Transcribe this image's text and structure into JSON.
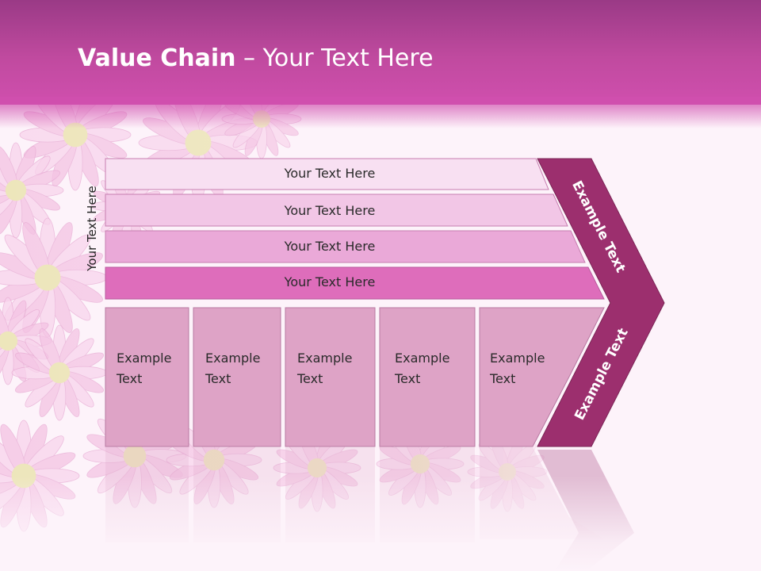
{
  "title": {
    "bold": "Value Chain",
    "rest": " – Your Text Here"
  },
  "side_label": "Your Text Here",
  "bars": [
    {
      "label": "Your Text Here",
      "color": "#f8e0f2"
    },
    {
      "label": "Your Text Here",
      "color": "#f2c6e6"
    },
    {
      "label": "Your Text Here",
      "color": "#eaa9d8"
    },
    {
      "label": "Your Text Here",
      "color": "#de6dbb"
    }
  ],
  "cells": [
    {
      "line1": "Example",
      "line2": "Text"
    },
    {
      "line1": "Example",
      "line2": "Text"
    },
    {
      "line1": "Example",
      "line2": "Text"
    },
    {
      "line1": "Example",
      "line2": "Text"
    },
    {
      "line1": "Example",
      "line2": "Text"
    }
  ],
  "chevron": {
    "upper": "Example Text",
    "lower": "Example Text",
    "color": "#9c2f6e"
  },
  "colors": {
    "header": "#c04a9f",
    "cell_fill": "#dea3c6",
    "cell_border": "#b87aa2"
  }
}
